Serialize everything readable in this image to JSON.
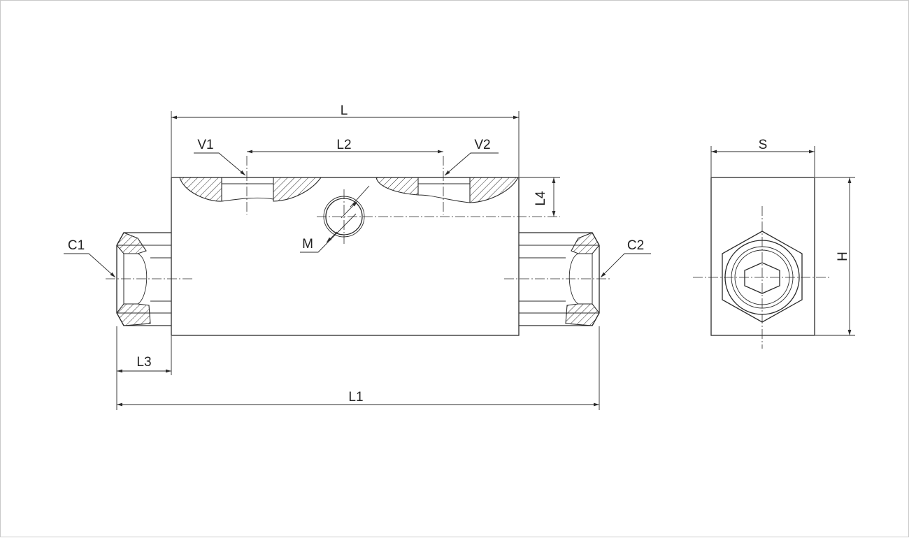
{
  "labels": {
    "L": "L",
    "L1": "L1",
    "L2": "L2",
    "L3": "L3",
    "L4": "L4",
    "V1": "V1",
    "V2": "V2",
    "C1": "C1",
    "C2": "C2",
    "M": "M",
    "S": "S",
    "H": "H"
  }
}
